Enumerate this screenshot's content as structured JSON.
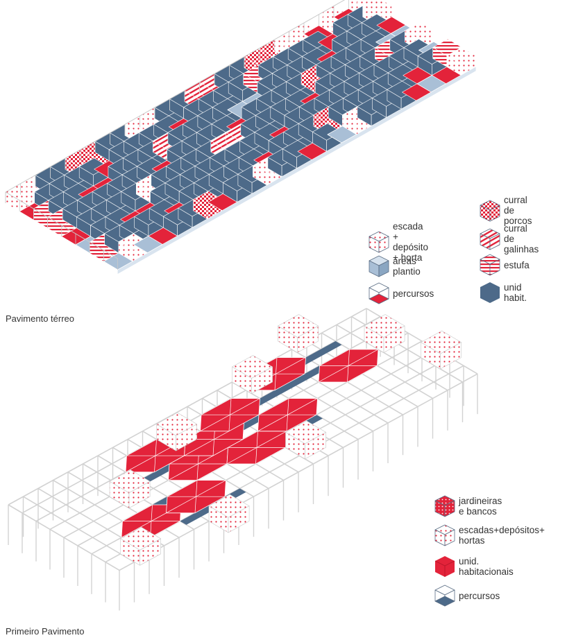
{
  "ground_floor": {
    "caption": "Pavimento térreo",
    "legend": [
      {
        "id": "stairs",
        "label": "escada + depósito\n+ horta",
        "swatch": "dots"
      },
      {
        "id": "planting",
        "label": "áreas plantio",
        "swatch": "planting"
      },
      {
        "id": "paths",
        "label": "percursos",
        "swatch": "paths-red"
      },
      {
        "id": "pigs",
        "label": "curral de\nporcos",
        "swatch": "checker"
      },
      {
        "id": "chickens",
        "label": "curral de\ngalinhas",
        "swatch": "diagonal"
      },
      {
        "id": "greenhouse",
        "label": "estufa",
        "swatch": "hstripes"
      },
      {
        "id": "housing",
        "label": "unid habit.",
        "swatch": "solid-blue"
      }
    ]
  },
  "first_floor": {
    "caption": "Primeiro Pavimento",
    "legend": [
      {
        "id": "planters",
        "label": "jardineiras e bancos",
        "swatch": "dots-red"
      },
      {
        "id": "stairs2",
        "label": "escadas+depósitos+\nhortas",
        "swatch": "dots"
      },
      {
        "id": "housing2",
        "label": "unid. habitacionais",
        "swatch": "solid-red"
      },
      {
        "id": "paths2",
        "label": "percursos",
        "swatch": "paths-blue"
      }
    ]
  },
  "colors": {
    "red": "#e3233a",
    "blue": "#4d6a89",
    "light_blue": "#a9bfd6",
    "grid": "#d2d2d2",
    "light_red": "#f5b3ba"
  }
}
